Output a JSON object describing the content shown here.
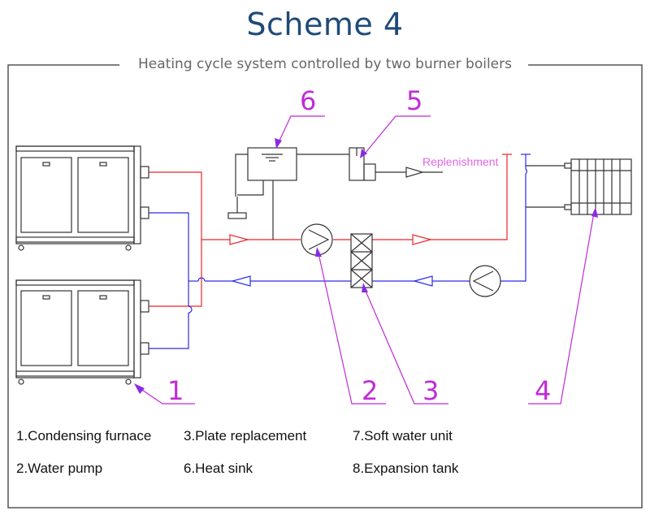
{
  "title": "Scheme 4",
  "subtitle": "Heating cycle system controlled by two burner boilers",
  "callouts": {
    "n1": "1",
    "n2": "2",
    "n3": "3",
    "n4": "4",
    "n5": "5",
    "n6": "6",
    "replenishment": "Replenishment"
  },
  "legend": [
    "1.Condensing furnace",
    "3.Plate replacement",
    "7.Soft water unit",
    "2.Water pump",
    "6.Heat sink",
    "8.Expansion tank"
  ],
  "colors": {
    "title": "#1f4a78",
    "hot_line": "#e8262a",
    "cold_line": "#2a2ae8",
    "callout": "#c02bd8",
    "arrow": "#8a2be2",
    "outline": "#333333"
  }
}
